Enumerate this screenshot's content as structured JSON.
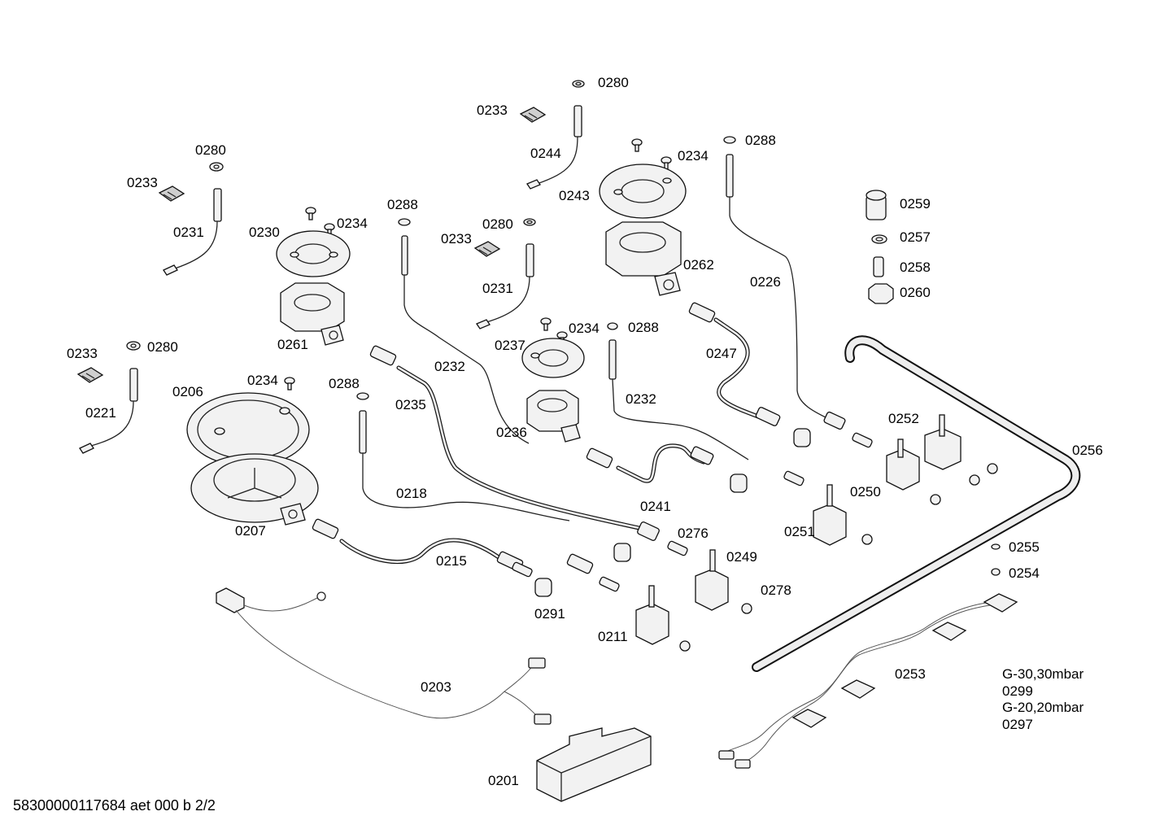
{
  "diagram": {
    "labels": {
      "l0280a": "0280",
      "l0233a": "0233",
      "l0244": "0244",
      "l0280b": "0280",
      "l0233b": "0233",
      "l0231a": "0231",
      "l0234a": "0234",
      "l0288a": "0288",
      "l0243": "0243",
      "l0230": "0230",
      "l0234b": "0234",
      "l0288b": "0288",
      "l0233c": "0233",
      "l0280c": "0280",
      "l0231b": "0231",
      "l0262": "0262",
      "l0226": "0226",
      "l0259": "0259",
      "l0257": "0257",
      "l0258": "0258",
      "l0260": "0260",
      "l0261": "0261",
      "l0237": "0237",
      "l0234c": "0234",
      "l0288c": "0288",
      "l0233d": "0233",
      "l0280d": "0280",
      "l0247": "0247",
      "l0232a": "0232",
      "l0234d": "0234",
      "l0288d": "0288",
      "l0206": "0206",
      "l0235": "0235",
      "l0232b": "0232",
      "l0221": "0221",
      "l0236": "0236",
      "l0252": "0252",
      "l0256": "0256",
      "l0218": "0218",
      "l0250": "0250",
      "l0241": "0241",
      "l0207": "0207",
      "l0251": "0251",
      "l0276": "0276",
      "l0249": "0249",
      "l0215": "0215",
      "l0255": "0255",
      "l0254": "0254",
      "l0278": "0278",
      "l0291": "0291",
      "l0211": "0211",
      "l0203": "0203",
      "l0253": "0253",
      "l0201": "0201",
      "gas1": "G-30,30mbar",
      "l0299": "0299",
      "gas2": "G-20,20mbar",
      "l0297": "0297"
    }
  },
  "footer": {
    "code": "58300000117684 aet 000 b 2/2"
  }
}
